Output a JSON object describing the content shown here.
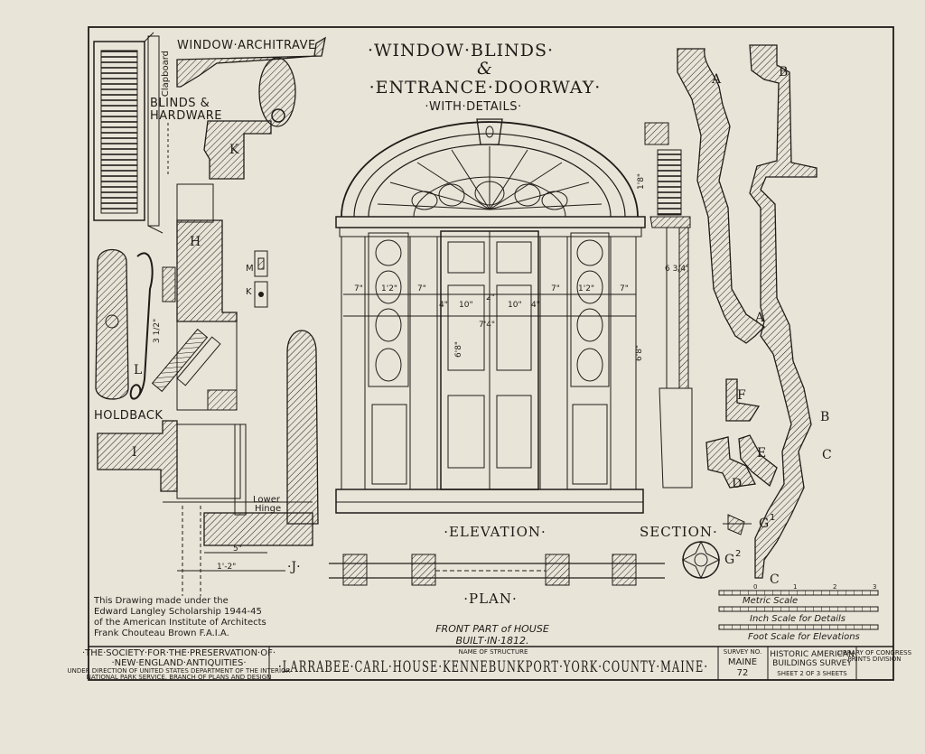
{
  "title": {
    "line1": "·WINDOW·BLINDS·",
    "line2": "&",
    "line3": "·ENTRANCE·DOORWAY·",
    "line4": "·WITH·DETAILS·"
  },
  "labels": {
    "window_architrave": "WINDOW·ARCHITRAVE",
    "blinds_hardware_1": "BLINDS &",
    "blinds_hardware_2": "HARDWARE",
    "clapboard": "Clapboard",
    "holdback": "HOLDBACK",
    "lower_hinge_1": "Lower",
    "lower_hinge_2": "Hinge",
    "elevation": "·ELEVATION·",
    "section": "SECTION·",
    "plan": "·PLAN·"
  },
  "detail_letters": {
    "H": "H",
    "K": "K",
    "L": "L",
    "I": "I",
    "J": "·J·",
    "M": "M",
    "K2": "K",
    "A": "A",
    "B": "B",
    "A2": "A",
    "F": "F",
    "E": "E",
    "D": "D",
    "B2": "B",
    "C": "C",
    "G1": "G",
    "G1_sub": "1",
    "G2": "G",
    "G2_sub": "2",
    "C2": "C"
  },
  "dimensions": {
    "d7a": "7\"",
    "d12": "1'2\"",
    "d7b": "7\"",
    "d4a": "4\"",
    "d10a": "10\"",
    "d2a": "2\"",
    "d10b": "10\"",
    "d4b": "4\"",
    "d7c": "7\"",
    "d12b": "1'2\"",
    "d7d": "7\"",
    "d74": "7'4\"",
    "d68": "6'8\"",
    "d18": "1'8\"",
    "d6v": "6'8\"",
    "d5": "5\"",
    "d112": "1'-2\"",
    "d312": "3 1/2\"",
    "d634": "6 3/4\""
  },
  "notes": {
    "credit_1": "This Drawing made under the",
    "credit_2": "Edward Langley Scholarship 1944-45",
    "credit_3": "of the American Institute of Architects",
    "credit_4": "Frank Chouteau Brown F.A.I.A.",
    "front_part": "FRONT PART of HOUSE",
    "built": "BUILT·IN·1812."
  },
  "scales": {
    "metric": "Metric Scale",
    "metric_ticks": [
      "0",
      "1",
      "2",
      "3"
    ],
    "inch": "Inch Scale for Details",
    "foot": "Foot Scale for Elevations"
  },
  "title_block": {
    "society_1": "·THE·SOCIETY·FOR·THE·PRESERVATION·OF·",
    "society_2": "·NEW·ENGLAND·ANTIQUITIES·",
    "society_3": "UNDER DIRECTION OF UNITED STATES DEPARTMENT OF THE INTERIOR",
    "society_4": "NATIONAL PARK SERVICE, BRANCH OF PLANS AND DESIGN",
    "name_label": "NAME OF STRUCTURE",
    "structure_name": "·LARRABEE·CARL·HOUSE·KENNEBUNKPORT·YORK·COUNTY·MAINE·",
    "survey_label_1": "SURVEY NO.",
    "survey_state": "MAINE",
    "survey_no": "72",
    "habs_1": "HISTORIC AMERICAN",
    "habs_2": "BUILDINGS SURVEY",
    "sheet": "SHEET 2 OF 3 SHEETS",
    "library_1": "LIBRARY OF CONGRESS",
    "library_2": "PRINTS DIVISION"
  },
  "colors": {
    "paper": "#e9e4d8",
    "ink": "#1f1c18"
  }
}
